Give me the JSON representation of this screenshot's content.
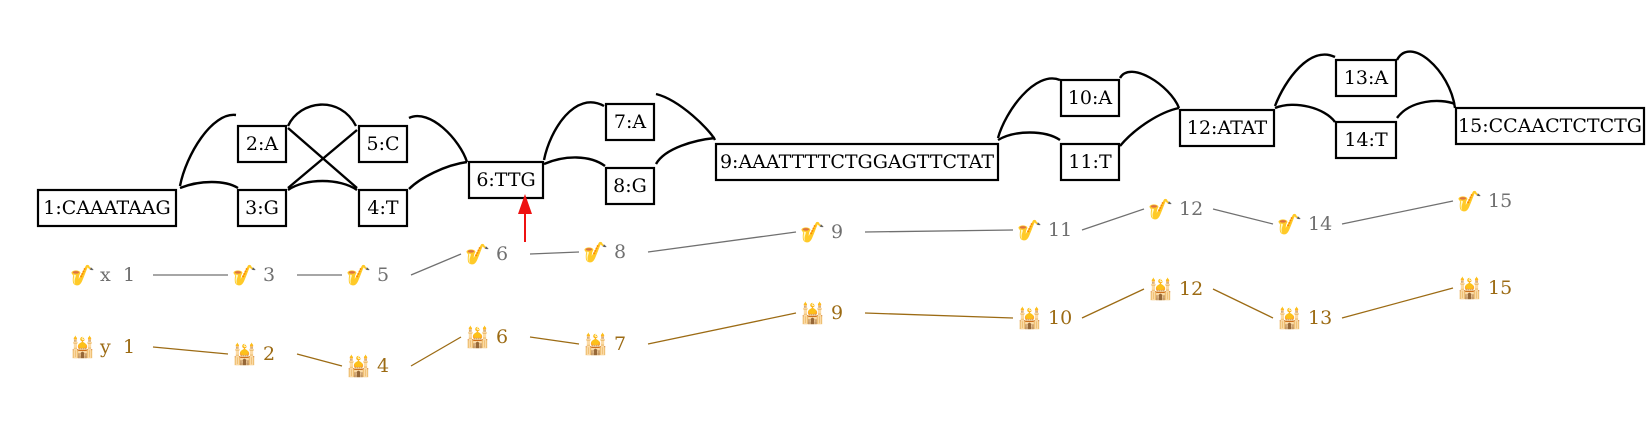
{
  "colors": {
    "node_border": "#000000",
    "path_x": "#707070",
    "path_y": "#9c6b14",
    "arrow": "#ee1111"
  },
  "nodes": [
    {
      "id": "1",
      "label": "1:CAAATAAG"
    },
    {
      "id": "2",
      "label": "2:A"
    },
    {
      "id": "3",
      "label": "3:G"
    },
    {
      "id": "4",
      "label": "4:T"
    },
    {
      "id": "5",
      "label": "5:C"
    },
    {
      "id": "6",
      "label": "6:TTG"
    },
    {
      "id": "7",
      "label": "7:A"
    },
    {
      "id": "8",
      "label": "8:G"
    },
    {
      "id": "9",
      "label": "9:AAATTTTCTGGAGTTCTAT"
    },
    {
      "id": "10",
      "label": "10:A"
    },
    {
      "id": "11",
      "label": "11:T"
    },
    {
      "id": "12",
      "label": "12:ATAT"
    },
    {
      "id": "13",
      "label": "13:A"
    },
    {
      "id": "14",
      "label": "14:T"
    },
    {
      "id": "15",
      "label": "15:CCAACTCTCTG"
    }
  ],
  "paths": [
    {
      "name": "x",
      "icon": "saxophone-icon",
      "glyph": "🎷",
      "color": "#707070",
      "steps": [
        "1",
        "3",
        "5",
        "6",
        "8",
        "9",
        "11",
        "12",
        "14",
        "15"
      ]
    },
    {
      "name": "y",
      "icon": "mosque-icon",
      "glyph": "🕌",
      "color": "#9c6b14",
      "steps": [
        "1",
        "2",
        "4",
        "6",
        "7",
        "9",
        "10",
        "12",
        "13",
        "15"
      ]
    }
  ]
}
